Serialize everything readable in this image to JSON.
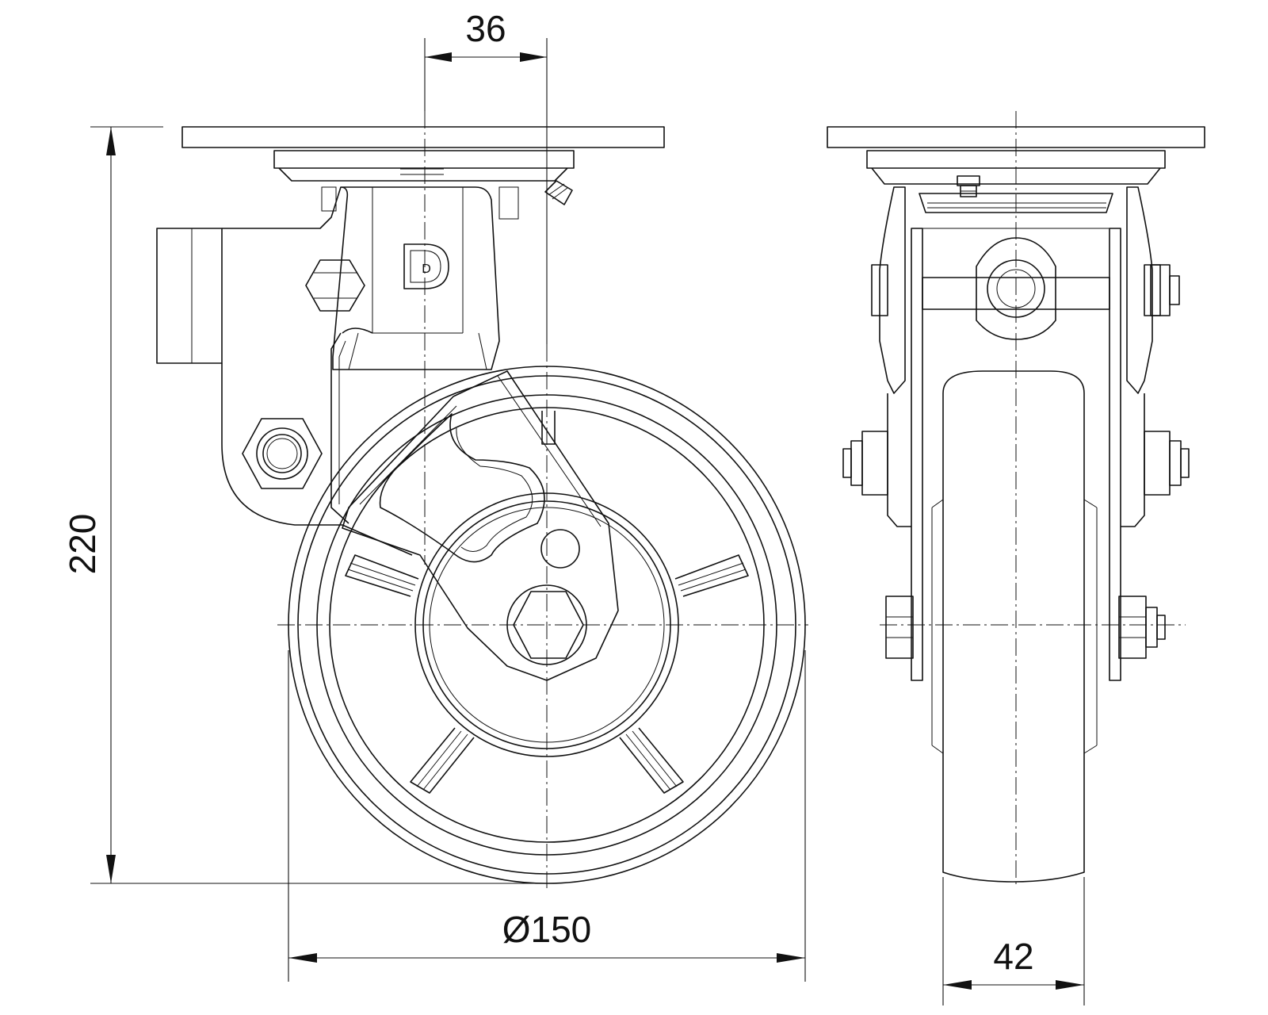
{
  "drawing": {
    "dimensions": {
      "offset": "36",
      "height": "220",
      "wheel_diameter": "Ø150",
      "wheel_width": "42"
    },
    "logo": {
      "letter": "D"
    }
  }
}
